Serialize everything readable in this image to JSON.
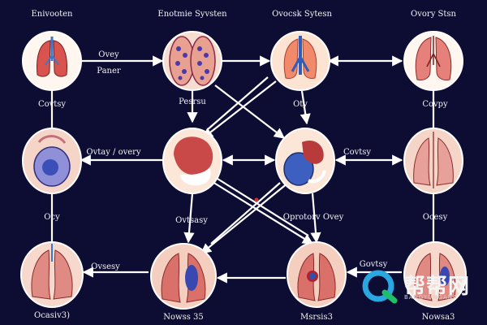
{
  "titles": {
    "t1": "Enivooten",
    "t2": "Enotmie Syvsten",
    "t3": "Ovocsk Sytesn",
    "t4": "Ovory Stsn"
  },
  "labels": {
    "arrow_top_a": "Ovey",
    "arrow_top_b": "Paner",
    "n1_sub": "Covtsy",
    "n2_sub": "Pesrsu",
    "n3_sub": "Oty",
    "n4_sub": "Covpy",
    "arrow_mid_left": "Ovtay / overy",
    "arrow_mid_right": "Covtsy",
    "n5_sub": "Ocy",
    "n8_sub": "Ocesy",
    "mid_center_left": "Ovtsasy",
    "mid_center_right": "Oprotorv Ovey",
    "arrow_bot_left": "Ovsesy",
    "arrow_bot_right": "Govtsy",
    "n9_sub": "Ocasiv3)",
    "n10_sub": "Nowss 35",
    "n11_sub": "Msrsis3",
    "n12_sub": "Nowsa3"
  },
  "watermark": {
    "text": "帮帮网",
    "sub": "BANGYUNGANA"
  },
  "colors": {
    "background": "#0d0c33",
    "arrow": "#ffffff",
    "node_ring": "#ffffff",
    "accent_blue": "#3c78c8"
  }
}
